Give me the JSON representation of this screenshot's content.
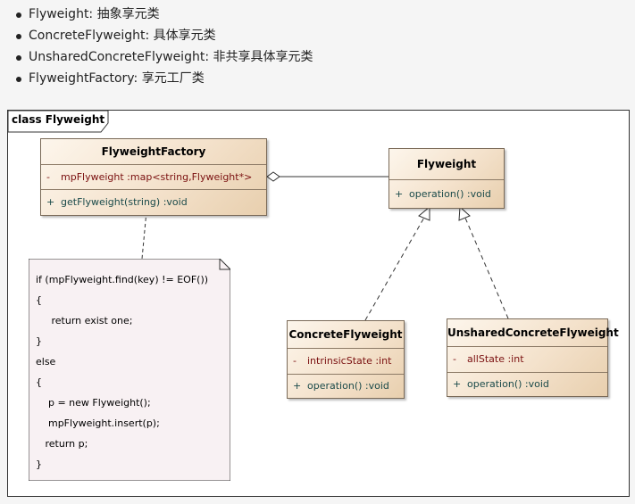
{
  "bullets": [
    "Flyweight: 抽象享元类",
    "ConcreteFlyweight: 具体享元类",
    "UnsharedConcreteFlyweight: 非共享具体享元类",
    "FlyweightFactory: 享元工厂类"
  ],
  "diagram": {
    "frame_title": "class Flyweight",
    "factory": {
      "name": "FlyweightFactory",
      "attr_vis": "-",
      "attr": "mpFlyweight  :map<string,Flyweight*>",
      "op_vis": "+",
      "op": "getFlyweight(string)  :void"
    },
    "flyweight": {
      "name": "Flyweight",
      "op_vis": "+",
      "op": "operation()  :void"
    },
    "concrete": {
      "name": "ConcreteFlyweight",
      "attr_vis": "-",
      "attr": "intrinsicState  :int",
      "op_vis": "+",
      "op": "operation()  :void"
    },
    "unshared": {
      "name": "UnsharedConcreteFlyweight",
      "attr_vis": "-",
      "attr": "allState  :int",
      "op_vis": "+",
      "op": "operation()  :void"
    },
    "note_lines": [
      "if (mpFlyweight.find(key) != EOF())",
      "{",
      "     return exist one;",
      "}",
      "else",
      "{",
      "    p = new Flyweight();",
      "    mpFlyweight.insert(p);",
      "   return p;",
      "}"
    ]
  },
  "colors": {
    "class_fill": "#f4e2cc",
    "attribute_text": "#7a1010",
    "operation_text": "#1a4a4a",
    "note_fill": "#f8f1f3"
  }
}
